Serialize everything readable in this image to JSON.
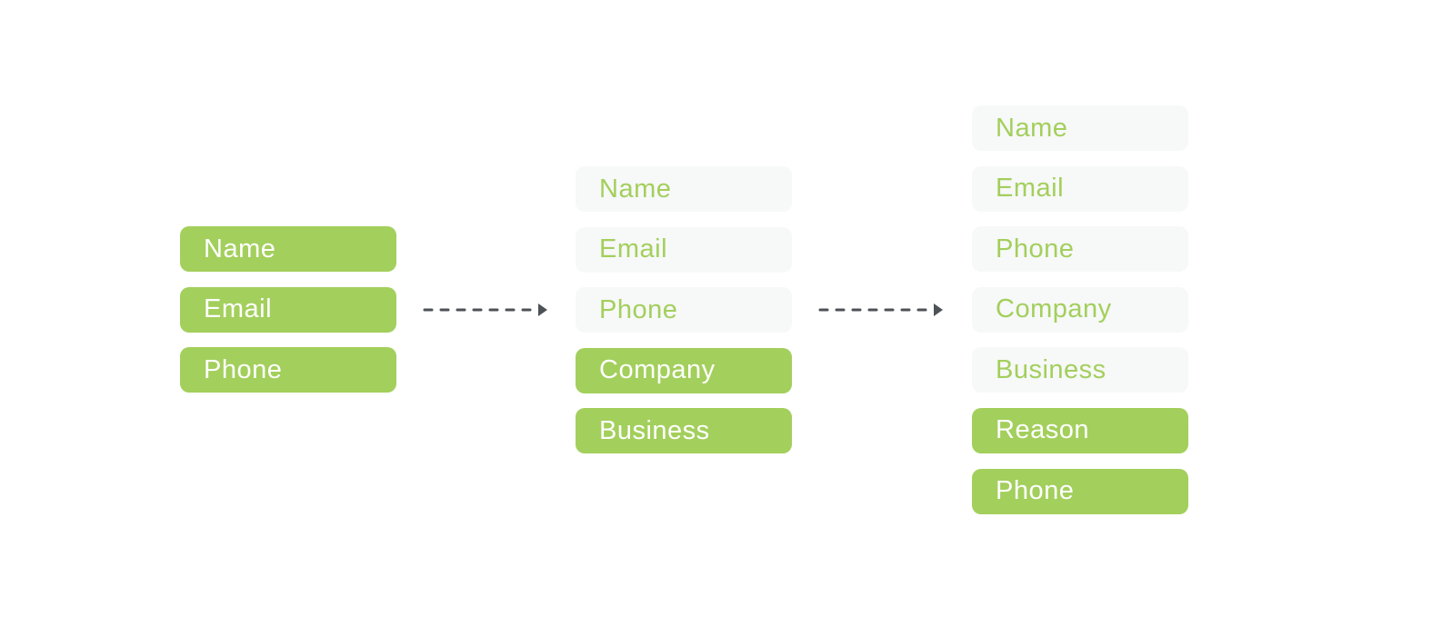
{
  "colors": {
    "new_field_bg": "#a3cf5c",
    "new_field_text": "#ffffff",
    "existing_field_bg": "#f7f8f8",
    "existing_field_text": "#a3cf5c",
    "arrow": "#4d5257"
  },
  "stages": [
    {
      "fields": [
        {
          "label": "Name",
          "state": "new"
        },
        {
          "label": "Email",
          "state": "new"
        },
        {
          "label": "Phone",
          "state": "new"
        }
      ]
    },
    {
      "fields": [
        {
          "label": "Name",
          "state": "existing"
        },
        {
          "label": "Email",
          "state": "existing"
        },
        {
          "label": "Phone",
          "state": "existing"
        },
        {
          "label": "Company",
          "state": "new"
        },
        {
          "label": "Business",
          "state": "new"
        }
      ]
    },
    {
      "fields": [
        {
          "label": "Name",
          "state": "existing"
        },
        {
          "label": "Email",
          "state": "existing"
        },
        {
          "label": "Phone",
          "state": "existing"
        },
        {
          "label": "Company",
          "state": "existing"
        },
        {
          "label": "Business",
          "state": "existing"
        },
        {
          "label": "Reason",
          "state": "new"
        },
        {
          "label": "Phone",
          "state": "new"
        }
      ]
    }
  ]
}
